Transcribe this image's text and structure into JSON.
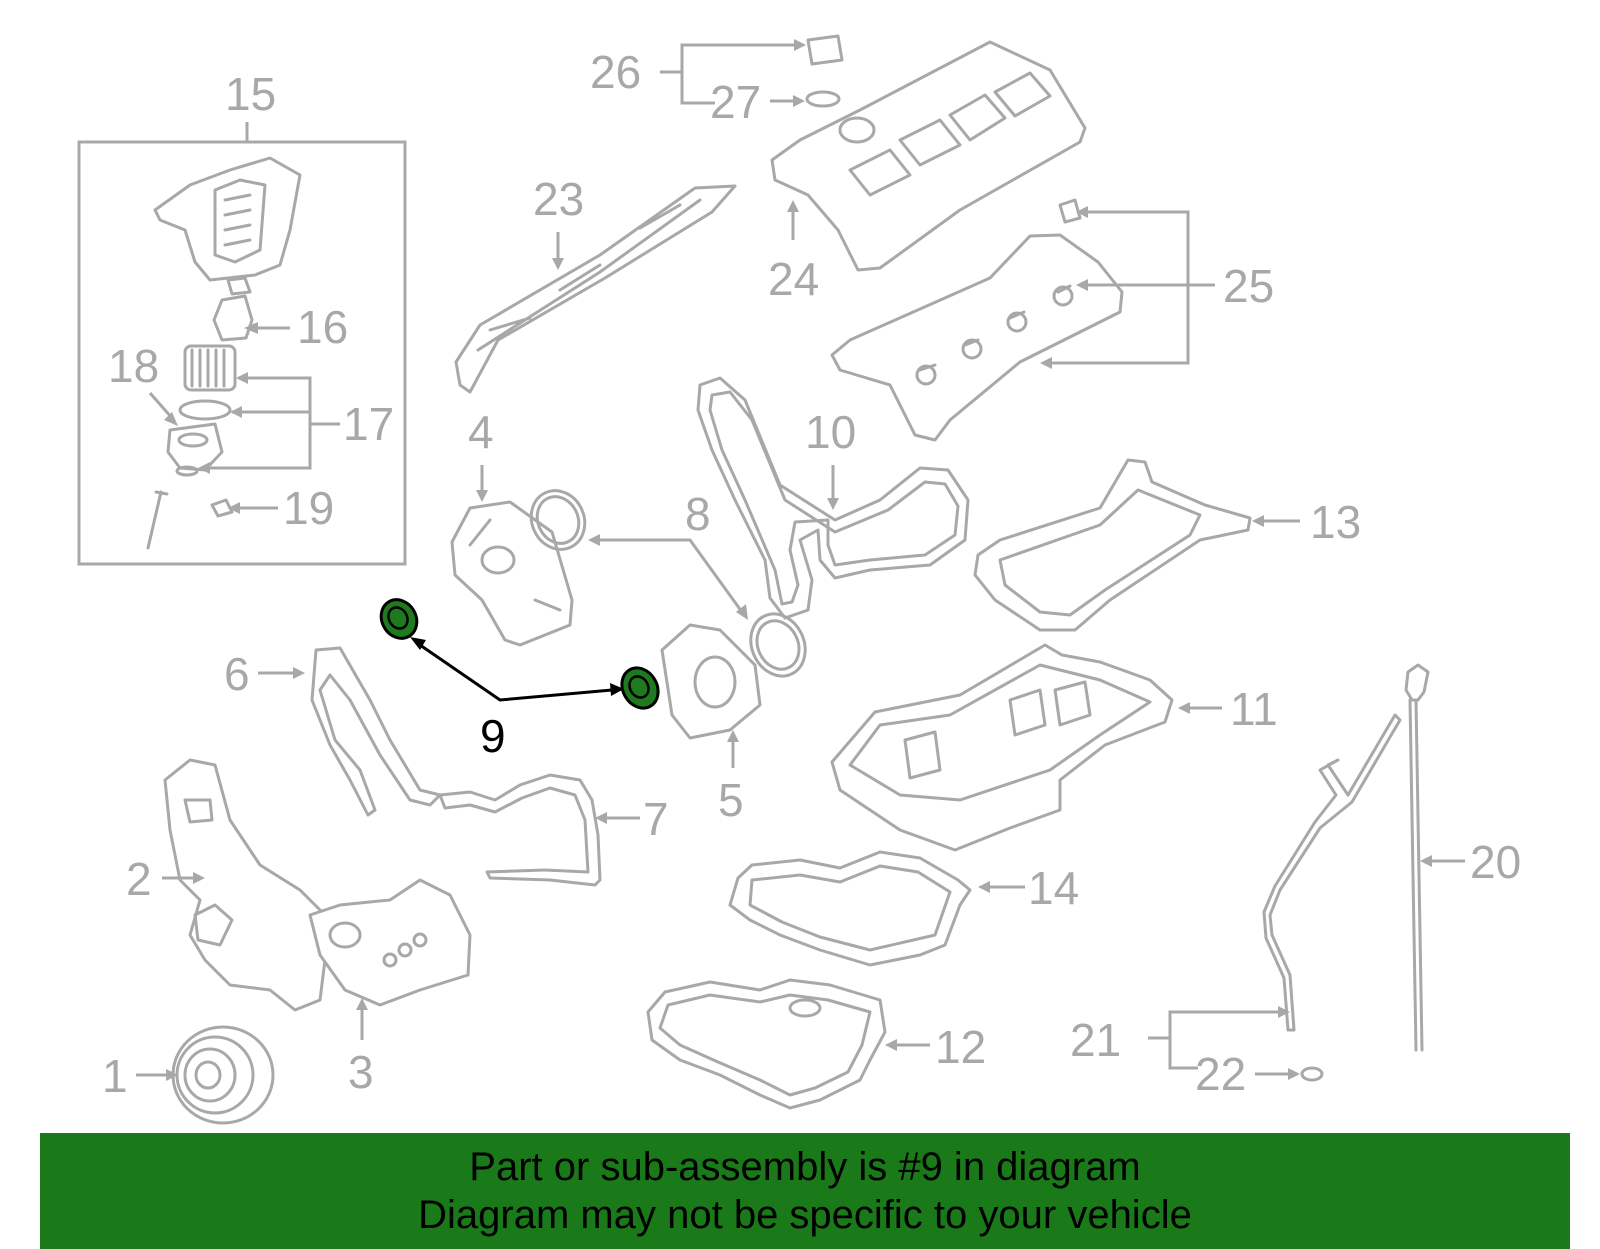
{
  "diagram": {
    "callouts": {
      "c1": "1",
      "c2": "2",
      "c3": "3",
      "c4": "4",
      "c5": "5",
      "c6": "6",
      "c7": "7",
      "c8": "8",
      "c9": "9",
      "c10": "10",
      "c11": "11",
      "c12": "12",
      "c13": "13",
      "c14": "14",
      "c15": "15",
      "c16": "16",
      "c17": "17",
      "c18": "18",
      "c19": "19",
      "c20": "20",
      "c21": "21",
      "c22": "22",
      "c23": "23",
      "c24": "24",
      "c25": "25",
      "c26": "26",
      "c27": "27"
    },
    "highlighted_part": "9",
    "colors": {
      "part_line": "#a8a8a8",
      "highlight_fill": "#1f7a1f",
      "highlight_line": "#000000",
      "banner_background": "#1a7a1a"
    }
  },
  "banner": {
    "line1": "Part or sub-assembly is #9 in diagram",
    "line2": "Diagram may not be specific to your vehicle"
  }
}
